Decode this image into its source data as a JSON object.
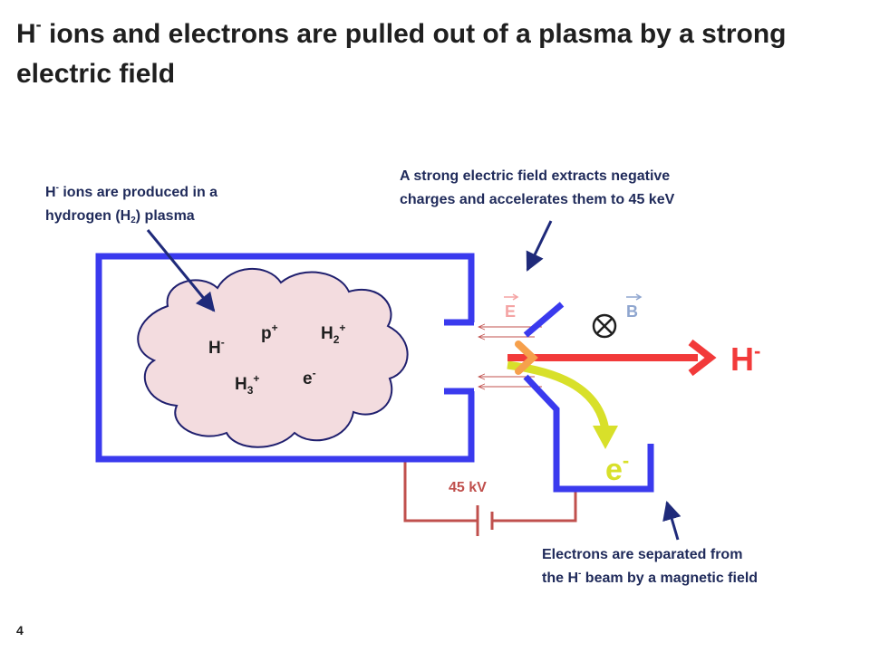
{
  "title": {
    "prefix": "H",
    "sup": "-",
    "rest": " ions and electrons are pulled out of a plasma by a strong electric field"
  },
  "note_left": {
    "l1_a": "H",
    "l1_sup": "-",
    "l1_b": " ions are produced in a",
    "l2_a": "hydrogen (H",
    "l2_sub": "2",
    "l2_b": ") plasma"
  },
  "note_top": {
    "line1": "A strong electric field extracts negative",
    "line2": "charges and accelerates them to 45 keV"
  },
  "note_bottom": {
    "line1": "Electrons are separated from",
    "l2_a": "the H",
    "l2_sup": "-",
    "l2_b": " beam by a magnetic field"
  },
  "plasma_labels": {
    "p_base": "p",
    "p_sup": "+",
    "h2_base": "H",
    "h2_sub": "2",
    "h2_sup": "+",
    "hminus_base": "H",
    "hminus_sup": "-",
    "h3_base": "H",
    "h3_sub": "3",
    "h3_sup": "+",
    "e_base": "e",
    "e_sup": "-"
  },
  "beam_labels": {
    "h_base": "H",
    "h_sup": "-",
    "e_base": "e",
    "e_sup": "-"
  },
  "field_labels": {
    "E": "E",
    "B": "B"
  },
  "voltage": "45 kV",
  "slide_number": "4",
  "colors": {
    "electrode": "#3a3aee",
    "plasma_fill": "#f3dcdf",
    "plasma_stroke": "#1f1f6e",
    "h_beam": "#f23a3a",
    "e_beam": "#d8e02a",
    "circuit": "#c0504d",
    "arrow": "#1f2a7a",
    "voltage_text": "#c0504d"
  }
}
